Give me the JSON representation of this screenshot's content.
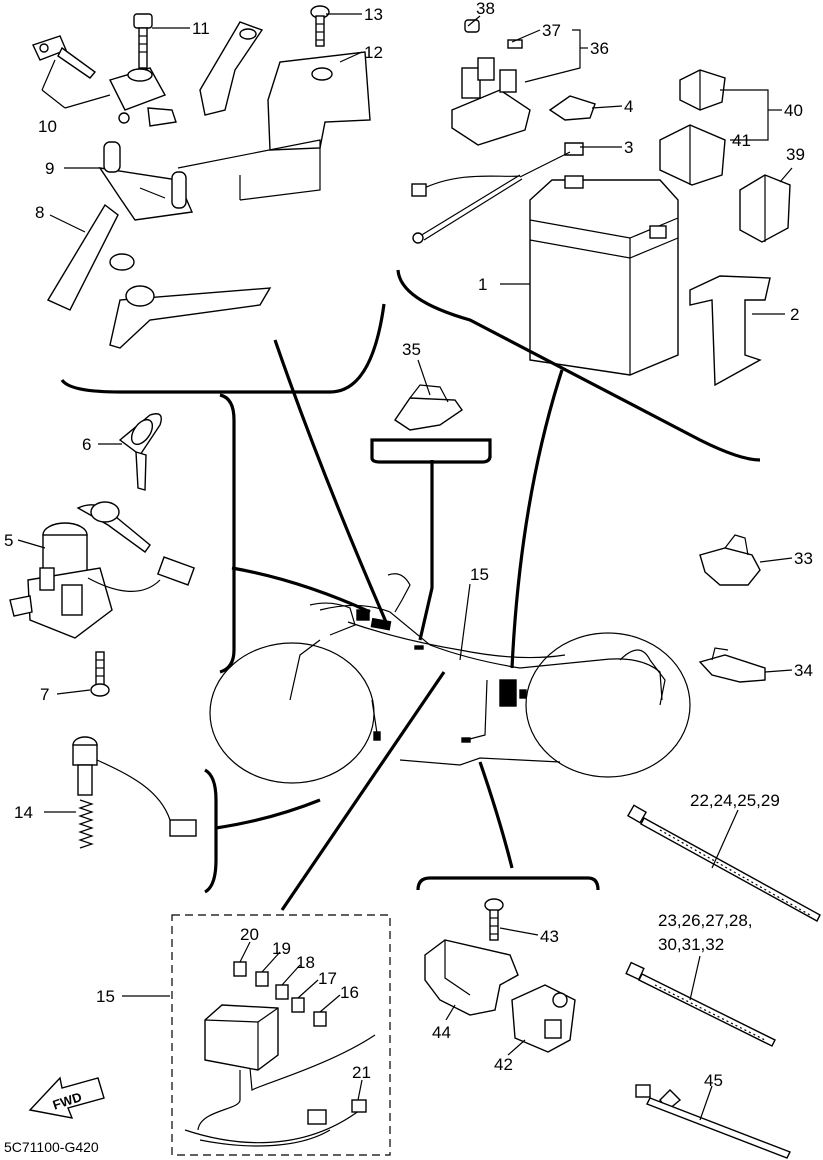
{
  "diagram": {
    "code": "5C71100-G420",
    "fwd_label": "FWD",
    "callouts": {
      "c1": "1",
      "c2": "2",
      "c3": "3",
      "c4": "4",
      "c5": "5",
      "c6": "6",
      "c7": "7",
      "c8": "8",
      "c9": "9",
      "c10": "10",
      "c11": "11",
      "c12": "12",
      "c13": "13",
      "c14": "14",
      "c15_top": "15",
      "c15_box": "15",
      "c16": "16",
      "c17": "17",
      "c18": "18",
      "c19": "19",
      "c20": "20",
      "c21": "21",
      "c22": "22,24,25,29",
      "c23a": "23,26,27,28,",
      "c23b": "30,31,32",
      "c33": "33",
      "c34": "34",
      "c35": "35",
      "c36": "36",
      "c37": "37",
      "c38": "38",
      "c39": "39",
      "c40": "40",
      "c41": "41",
      "c42": "42",
      "c43": "43",
      "c44": "44",
      "c45": "45"
    }
  }
}
